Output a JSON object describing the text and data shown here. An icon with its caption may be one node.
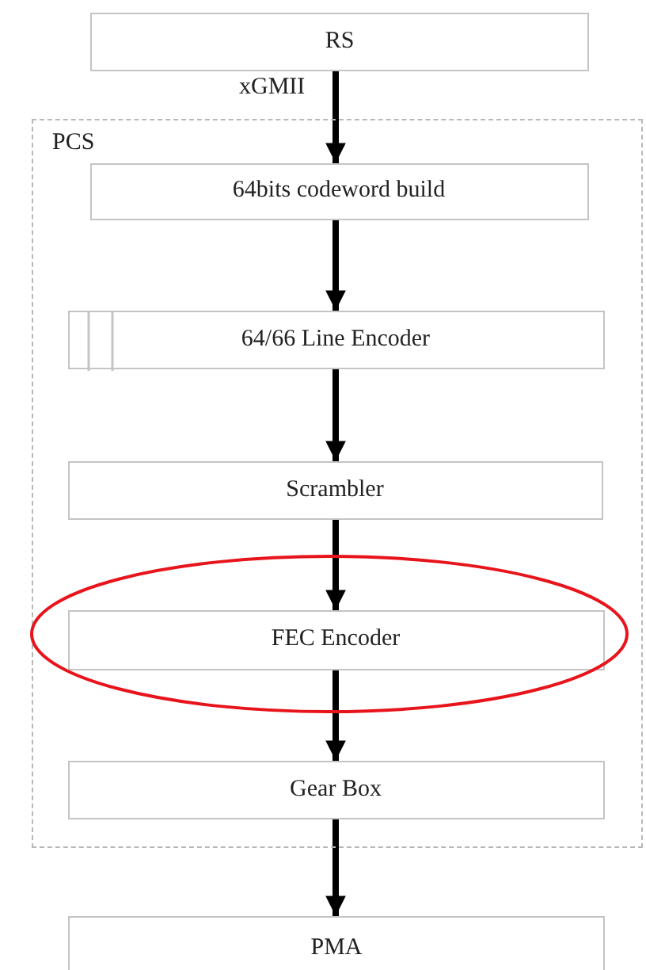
{
  "diagram": {
    "nodes": [
      {
        "text": [
          "RS"
        ]
      },
      {
        "text": [
          "PCS"
        ]
      },
      {
        "text": [
          "64bits codeword build"
        ],
        "in": 1
      },
      {
        "text": [
          "64/66 Line Encoder"
        ],
        "in": 1
      },
      {
        "text": [
          "Scrambler"
        ],
        "in": 1
      },
      {
        "text": [
          "FEC Encoder"
        ],
        "in": 1
      },
      {
        "text": [
          "Gear Box"
        ],
        "in": 1
      },
      {
        "text": [
          "PMA"
        ]
      }
    ],
    "edges": [
      {
        "from": 0,
        "to": 2,
        "arrow": "to",
        "label": "xGMII"
      },
      {
        "from": 2,
        "to": 3,
        "arrow": "to"
      },
      {
        "from": 3,
        "to": 4,
        "arrow": "to"
      },
      {
        "from": 4,
        "to": 5,
        "arrow": "to"
      },
      {
        "from": 5,
        "to": 6,
        "arrow": "to"
      },
      {
        "from": 6,
        "to": 7,
        "arrow": "to"
      }
    ]
  }
}
